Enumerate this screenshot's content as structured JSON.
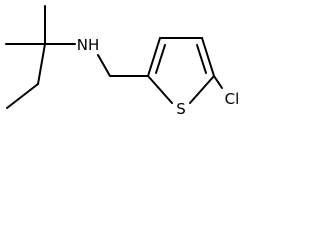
{
  "molecule": {
    "atoms": {
      "nh": "NH",
      "s": "S",
      "cl": "Cl"
    }
  },
  "colors": {
    "background": "#ffffff",
    "bond": "#000000",
    "label": "#000000"
  }
}
